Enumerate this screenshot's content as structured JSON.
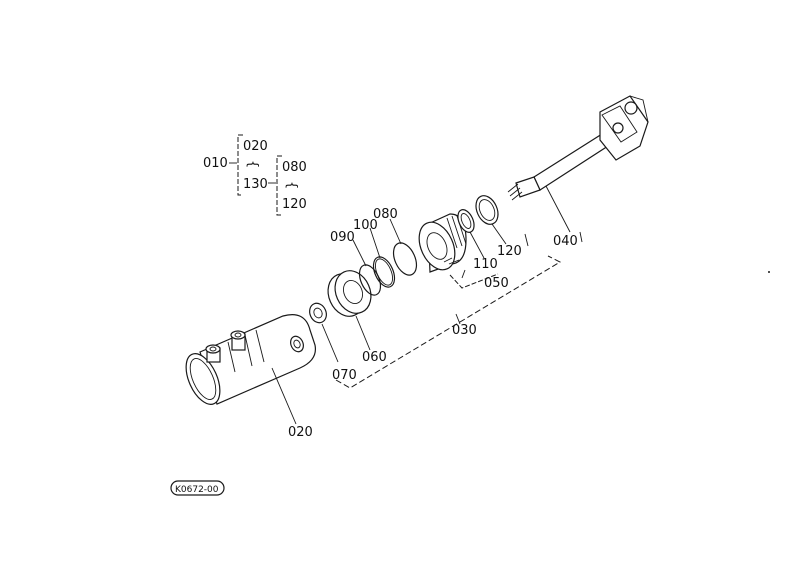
{
  "labels": {
    "l010": "010",
    "l020a": "020",
    "l130": "130",
    "l080a": "080",
    "l120a": "120",
    "l090": "090",
    "l100": "100",
    "l080b": "080",
    "l110": "110",
    "l120b": "120",
    "l050": "050",
    "l040": "040",
    "l030": "030",
    "l060": "060",
    "l070": "070",
    "l020b": "020",
    "tilde1": "{",
    "tilde2": "{",
    "stamp": "K0672-00"
  }
}
